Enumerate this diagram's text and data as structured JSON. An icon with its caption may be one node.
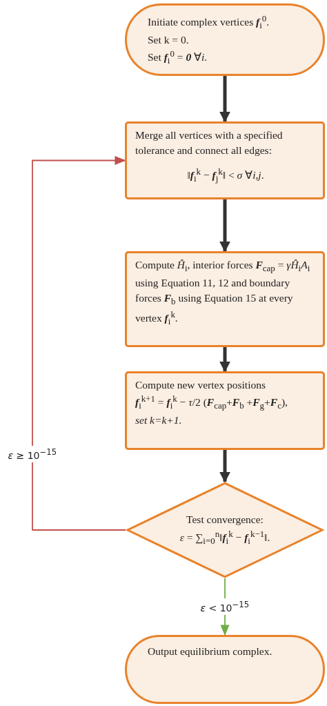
{
  "diagram": {
    "nodes": [
      {
        "text": [
          "Initiate complex vertices **f**$_{i}$$^{0}$.",
          "Set k = 0.",
          "Set **f**$_{i}$$^{0}$ = **0** ∀*i*."
        ]
      },
      {
        "text": [
          "Merge all vertices with a specified tolerance and connect all edges:",
          "‖**f**$_{i}$$^{k}$ − **f**$_{j}$$^{k}$‖ < *σ* ∀*i*,*j*."
        ]
      },
      {
        "text": [
          "Compute *Ĥ*$_{i}$, interior forces **F**$_{cap}$ = *γĤ*$_{i}$*A*$_{i}$ using Equation 11, 12 and boundary forces **F**$_{b}$ using Equation 15 at every vertex **f**$_{i}$$^{k}$."
        ]
      },
      {
        "text": [
          "Compute new vertex positions",
          "**f**$_{i}$$^{k+1}$ = **f**$_{i}$$^{k}$ − *τ*/2 (**F**$_{cap}$+**F**$_{b}$ +**F**$_{g}$+**F**$_{c}$),",
          "*set k=k+1.*"
        ]
      },
      {
        "text": [
          "Test convergence:",
          "*ε* = ∑$_{i=0}$$^{n}$‖**f**$_{i}$$^{k}$ − **f**$_{i}$$^{k−1}$‖."
        ]
      },
      {
        "text": [
          "Output equilibrium complex."
        ]
      }
    ],
    "edges": [
      {
        "from": 0,
        "to": 1,
        "arrow": "to"
      },
      {
        "from": 1,
        "to": 2,
        "arrow": "to"
      },
      {
        "from": 2,
        "to": 3,
        "arrow": "to"
      },
      {
        "from": 3,
        "to": 4,
        "arrow": "to"
      },
      {
        "from": 4,
        "to": 1,
        "arrow": "to",
        "label": "*ε* ≥ 10$^{−15}$",
        "color": "#c0504d"
      },
      {
        "from": 4,
        "to": 5,
        "arrow": "to",
        "label": "*ε* < 10$^{−15}$",
        "color": "#70ad47"
      }
    ]
  }
}
